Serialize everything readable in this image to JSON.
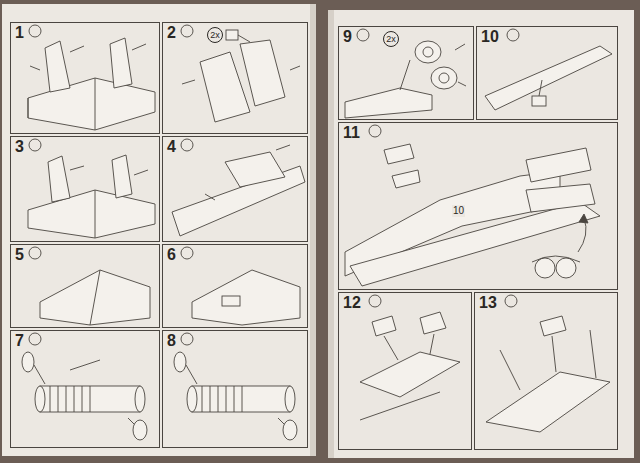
{
  "diagram": {
    "nodes": [
      {
        "text": [
          "1"
        ]
      },
      {
        "text": [
          "2",
          "2x"
        ]
      },
      {
        "text": [
          "3"
        ]
      },
      {
        "text": [
          "4"
        ]
      },
      {
        "text": [
          "5"
        ]
      },
      {
        "text": [
          "6"
        ]
      },
      {
        "text": [
          "7"
        ]
      },
      {
        "text": [
          "8"
        ]
      },
      {
        "text": [
          "9",
          "2x"
        ]
      },
      {
        "text": [
          "10"
        ]
      },
      {
        "text": [
          "11"
        ]
      },
      {
        "text": [
          "12"
        ]
      },
      {
        "text": [
          "13"
        ]
      }
    ],
    "labels": [
      "10"
    ]
  }
}
